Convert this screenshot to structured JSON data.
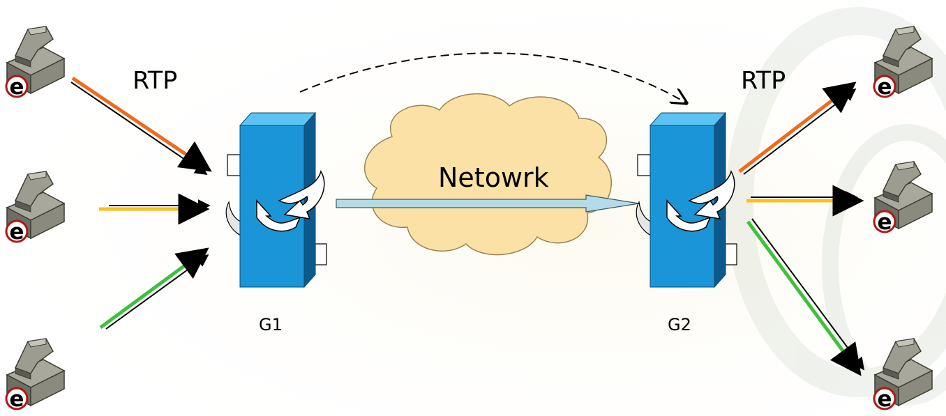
{
  "labels": {
    "rtp_left": "RTP",
    "rtp_right": "RTP",
    "network": "Netowrk",
    "gateway_left": "G1",
    "gateway_right": "G2"
  },
  "phones": {
    "left": [
      "phone",
      "phone",
      "phone"
    ],
    "right": [
      "phone",
      "phone",
      "phone"
    ],
    "badge_letter": "e"
  },
  "colors": {
    "stream_1": "#f06a1e",
    "stream_2": "#f7c21a",
    "stream_3": "#3cc23a",
    "gateway_front": "#1a96d8",
    "gateway_top": "#5cc4f2",
    "gateway_side": "#0c5a8c",
    "cloud": "#fbe1a6",
    "network_arrow": "#b4dbe6"
  }
}
